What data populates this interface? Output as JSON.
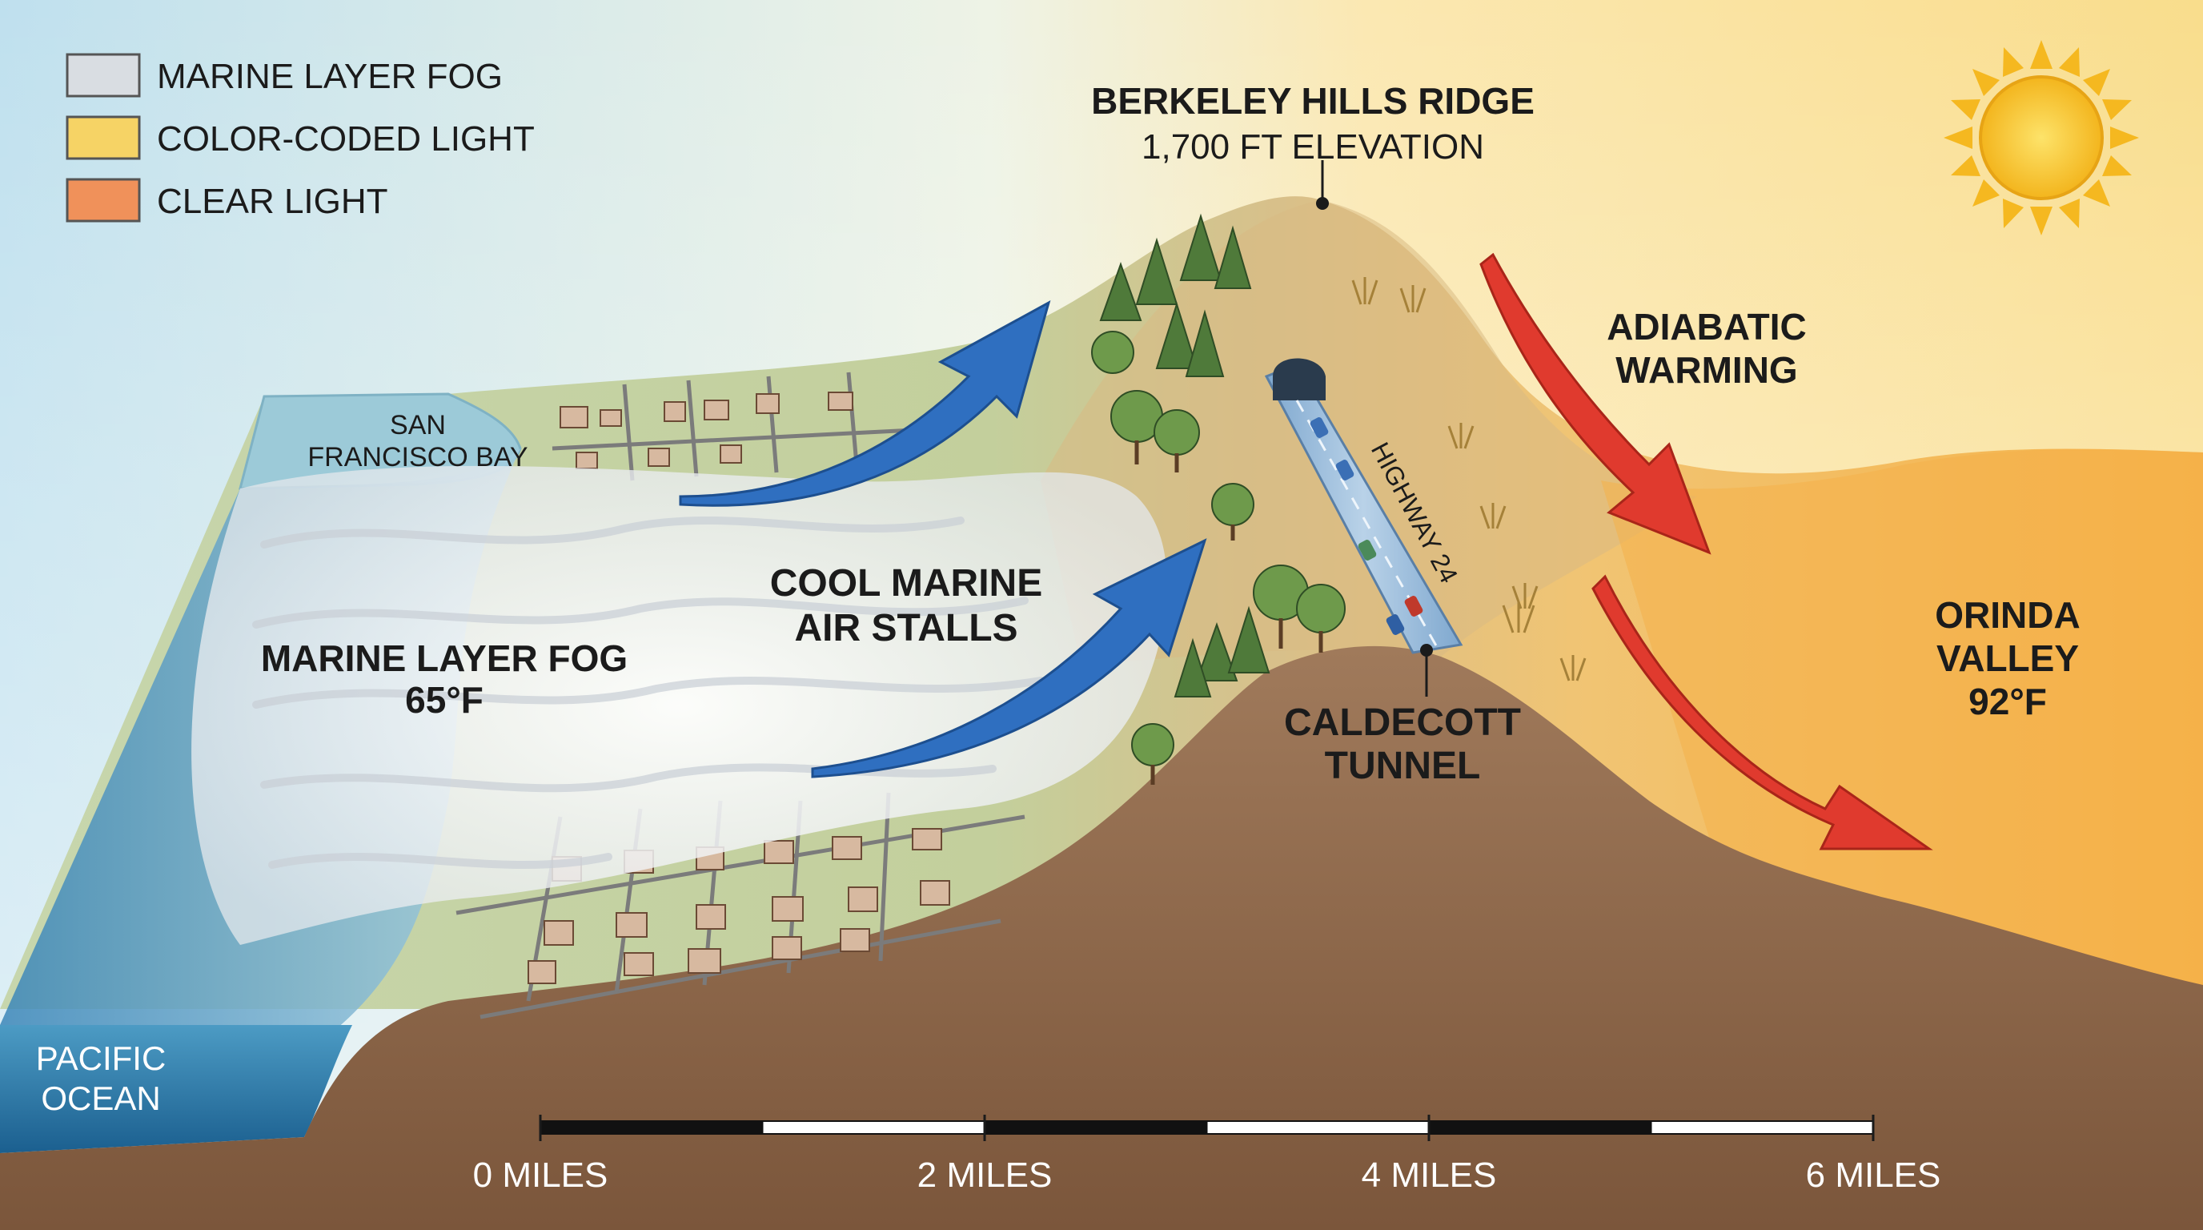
{
  "legend": {
    "items": [
      {
        "label": "MARINE LAYER FOG",
        "color": "#d9dde2"
      },
      {
        "label": "COLOR-CODED LIGHT",
        "color": "#f6d365"
      },
      {
        "label": "CLEAR LIGHT",
        "color": "#f0915a"
      }
    ]
  },
  "labels": {
    "ridge_name": "BERKELEY HILLS RIDGE",
    "ridge_elevation": "1,700 FT ELEVATION",
    "bay": [
      "SAN",
      "FRANCISCO BAY"
    ],
    "fog": [
      "MARINE LAYER FOG",
      "65°F"
    ],
    "stall": [
      "COOL MARINE",
      "AIR STALLS"
    ],
    "warming": [
      "ADIABATIC",
      "WARMING"
    ],
    "valley": [
      "ORINDA",
      "VALLEY",
      "92°F"
    ],
    "tunnel": [
      "CALDECOTT",
      "TUNNEL"
    ],
    "highway": "HIGHWAY 24",
    "ocean": [
      "PACIFIC",
      "OCEAN"
    ]
  },
  "scale_bar": {
    "ticks": [
      "0 MILES",
      "2 MILES",
      "4 MILES",
      "6 MILES"
    ],
    "segments": 6
  },
  "colors": {
    "cool_arrow": "#2f6fc0",
    "warm_arrow": "#e03a2e",
    "ground": "#8a6347",
    "hill_green": "#bcc99a",
    "valley_orange": "#f4b24a",
    "sun": "#f7c22a",
    "ocean": "#2a77a8",
    "bay": "#8fc4d3"
  }
}
